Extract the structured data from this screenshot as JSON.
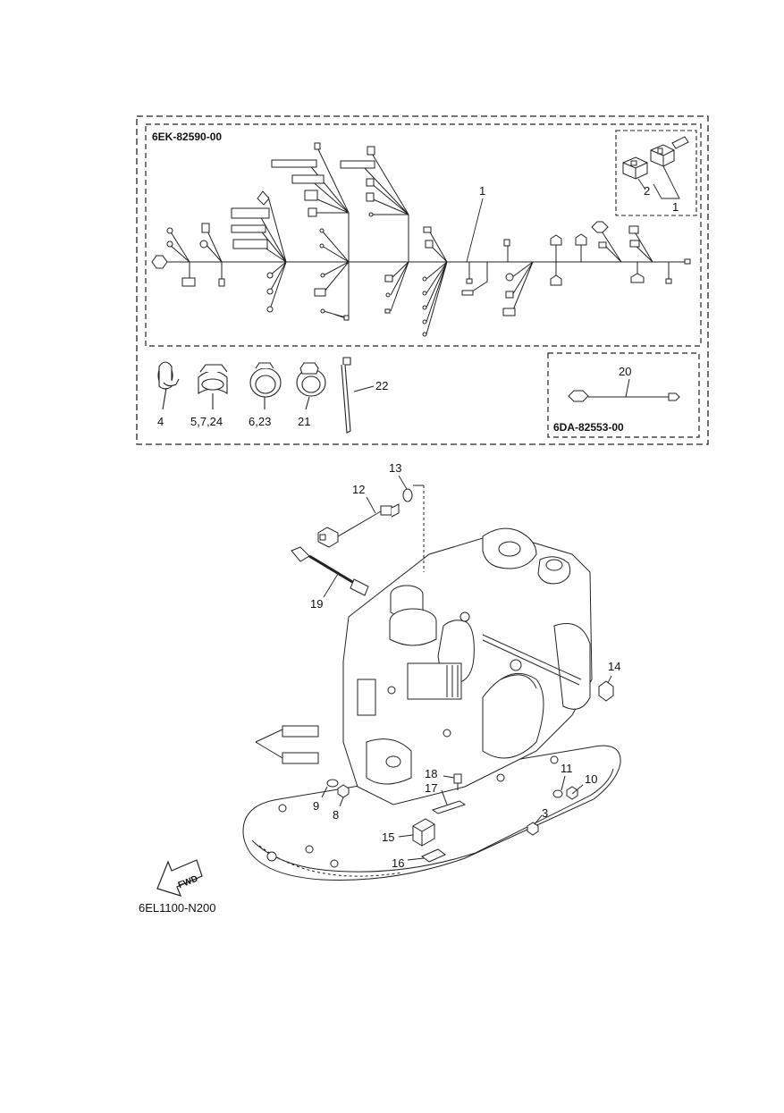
{
  "harness_box": {
    "part_number": "6EK-82590-00",
    "inset_labels": [
      "2",
      "1"
    ],
    "main_label": "1"
  },
  "sub_box": {
    "part_number": "6DA-82553-00",
    "label": "20"
  },
  "clamp_labels": {
    "c4": "4",
    "c5": "5,7,24",
    "c6": "6,23",
    "c21": "21",
    "c22": "22"
  },
  "engine_labels": {
    "l12": "12",
    "l13": "13",
    "l19": "19",
    "l14": "14",
    "l11": "11",
    "l10": "10",
    "l18": "18",
    "l17": "17",
    "l3": "3",
    "l9": "9",
    "l8": "8",
    "l15": "15",
    "l16": "16"
  },
  "fwd_arrow": "FWD",
  "reference_code": "6EL1100-N200"
}
